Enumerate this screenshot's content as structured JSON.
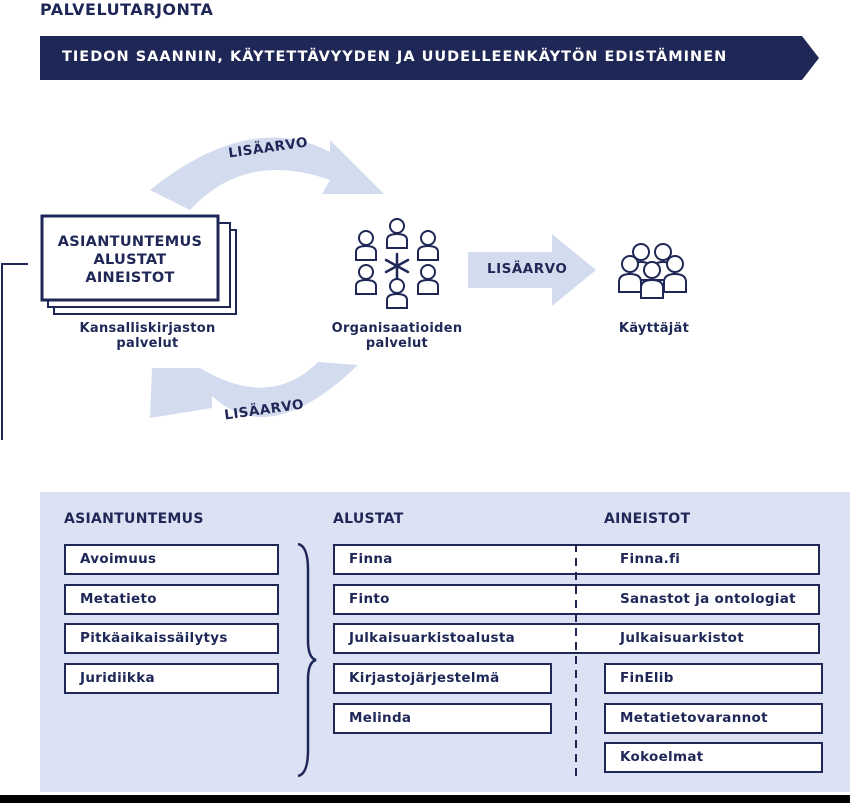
{
  "title": "PALVELUTARJONTA",
  "banner": "TIEDON SAANNIN, KÄYTETTÄVYYDEN JA UUDELLEENKÄYTÖN EDISTÄMINEN",
  "flow": {
    "arrow_top": "LISÄARVO",
    "arrow_middle": "LISÄARVO",
    "arrow_bottom": "LISÄARVO",
    "documents": [
      "ASIANTUNTEMUS",
      "ALUSTAT",
      "AINEISTOT"
    ],
    "national_library": "Kansalliskirjaston palvelut",
    "organisations": "Organisaatioiden palvelut",
    "users": "Käyttäjät"
  },
  "columns": {
    "expertise": {
      "heading": "ASIANTUNTEMUS",
      "items": [
        "Avoimuus",
        "Metatieto",
        "Pitkäaikaissäilytys",
        "Juridiikka"
      ]
    },
    "platforms": {
      "heading": "ALUSTAT",
      "items": [
        "Finna",
        "Finto",
        "Julkaisuarkistoalusta",
        "Kirjastojärjestelmä",
        "Melinda"
      ]
    },
    "materials": {
      "heading": "AINEISTOT",
      "items": [
        "Finna.fi",
        "Sanastot ja ontologiat",
        "Julkaisuarkistot",
        "FinElib",
        "Metatietovarannot",
        "Kokoelmat"
      ]
    }
  },
  "colors": {
    "navy": "#1f2757",
    "light_blue": "#dce2f3",
    "arrow_blue": "#d3dbef"
  }
}
